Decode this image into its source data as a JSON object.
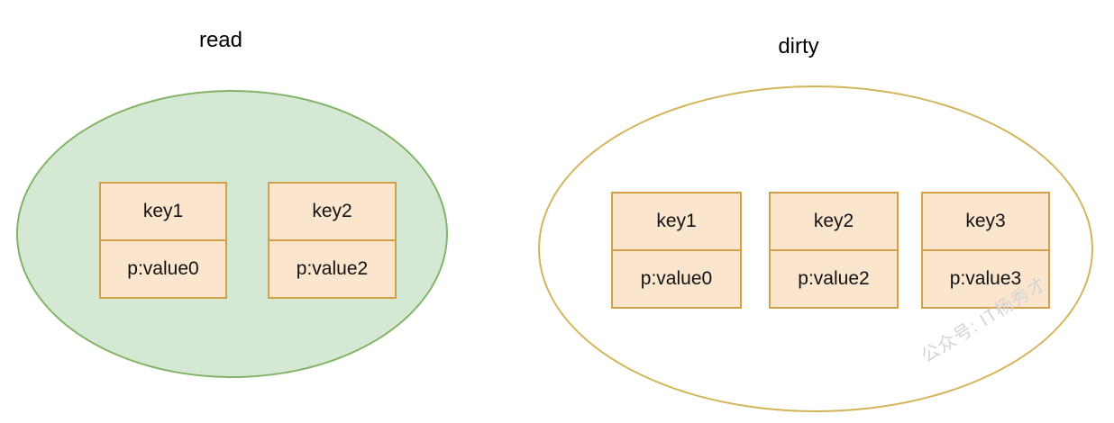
{
  "read_map": {
    "label": "read",
    "entries": [
      {
        "key": "key1",
        "value": "p:value0"
      },
      {
        "key": "key2",
        "value": "p:value2"
      }
    ]
  },
  "dirty_map": {
    "label": "dirty",
    "entries": [
      {
        "key": "key1",
        "value": "p:value0"
      },
      {
        "key": "key2",
        "value": "p:value2"
      },
      {
        "key": "key3",
        "value": "p:value3"
      }
    ]
  },
  "watermark": "公众号: IT杨秀才",
  "colors": {
    "read_ellipse_fill": "#d5e8d4",
    "read_ellipse_stroke": "#82b366",
    "dirty_ellipse_fill": "#ffffff",
    "dirty_ellipse_stroke": "#d4b45a",
    "entry_fill": "#fce5cd",
    "entry_stroke": "#d2a049",
    "text": "#000000",
    "watermark": "#d3d3d3"
  }
}
